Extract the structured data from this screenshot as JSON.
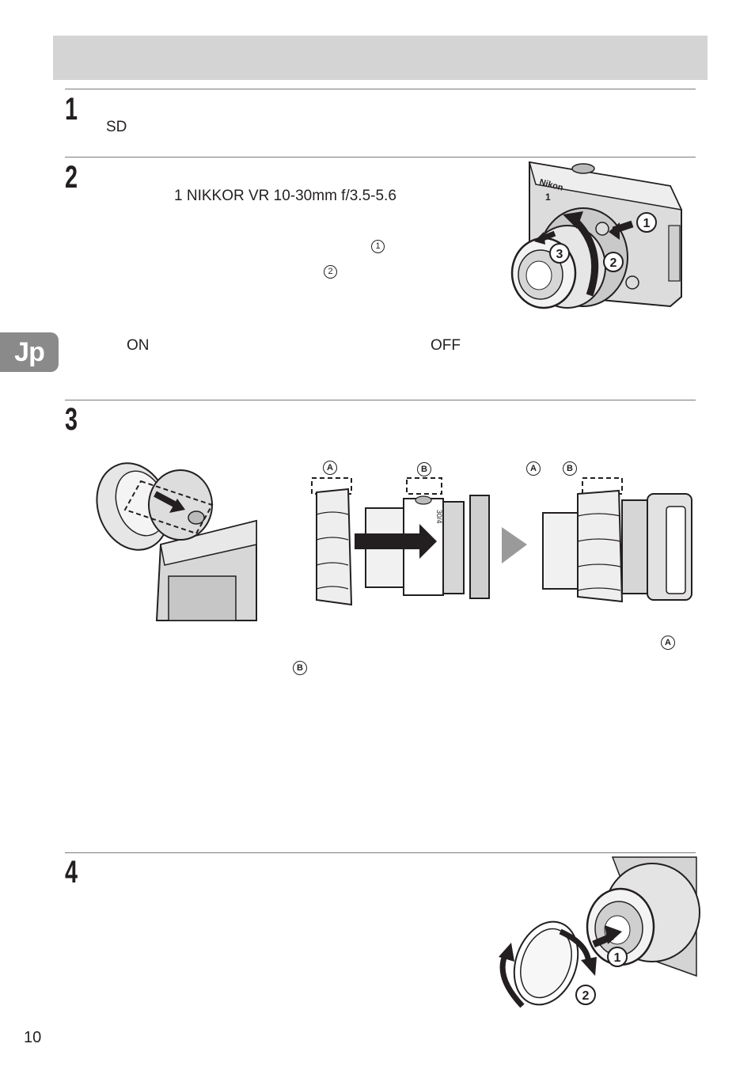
{
  "side_tab": "Jp",
  "page_number": "10",
  "steps": [
    {
      "number": "1",
      "text": "SD"
    },
    {
      "number": "2",
      "lens_name": "1 NIKKOR VR 10-30mm f/3.5-5.6",
      "marker_1": "1",
      "marker_2": "2",
      "on_label": "ON",
      "off_label": "OFF"
    },
    {
      "number": "3",
      "label_a": "A",
      "label_b": "B",
      "label_a2": "A",
      "label_b2": "B",
      "body_label_a": "A",
      "body_label_b": "B"
    },
    {
      "number": "4"
    }
  ],
  "figures": {
    "fig2": {
      "callout_1": "1",
      "callout_2": "2",
      "callout_3": "3",
      "brand": "Nikon",
      "model": "1"
    },
    "fig3_left": {},
    "fig3_right": {
      "lens_mark": "30/4"
    },
    "fig4": {
      "callout_1": "1",
      "callout_2": "2"
    }
  }
}
